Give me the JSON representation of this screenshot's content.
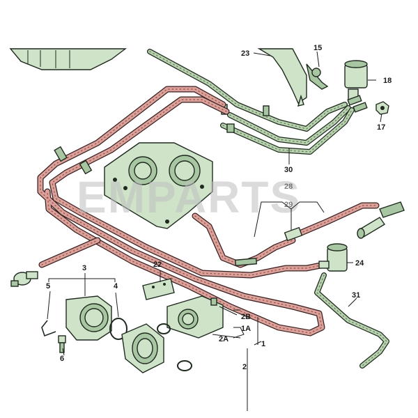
{
  "watermark": "EMPARTS",
  "callouts": {
    "c1": "1",
    "c1A": "1A",
    "c2": "2",
    "c2A": "2A",
    "c2B": "2B",
    "c3": "3",
    "c4": "4",
    "c5": "5",
    "c6": "6",
    "c15": "15",
    "c17": "17",
    "c18": "18",
    "c22": "22",
    "c23": "23",
    "c24": "24",
    "c28": "28",
    "c29": "29",
    "c30": "30",
    "c31": "31"
  },
  "colors": {
    "part_fill": "#cfe3c8",
    "vacuum_hose": "#d9a19a",
    "breather_hose": "#b7d1ae",
    "outline": "#1f2a1f"
  }
}
